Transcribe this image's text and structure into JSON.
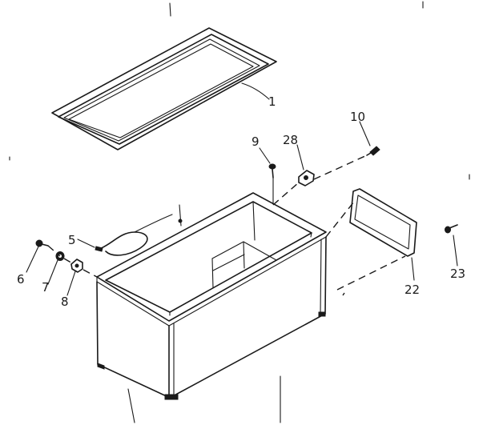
{
  "parts": [
    {
      "id": "p1",
      "label": "1"
    },
    {
      "id": "p5",
      "label": "5"
    },
    {
      "id": "p6",
      "label": "6"
    },
    {
      "id": "p7",
      "label": "7"
    },
    {
      "id": "p8",
      "label": "8"
    },
    {
      "id": "p9",
      "label": "9"
    },
    {
      "id": "p10",
      "label": "10"
    },
    {
      "id": "p22",
      "label": "22"
    },
    {
      "id": "p23",
      "label": "23"
    },
    {
      "id": "p28",
      "label": "28"
    }
  ]
}
